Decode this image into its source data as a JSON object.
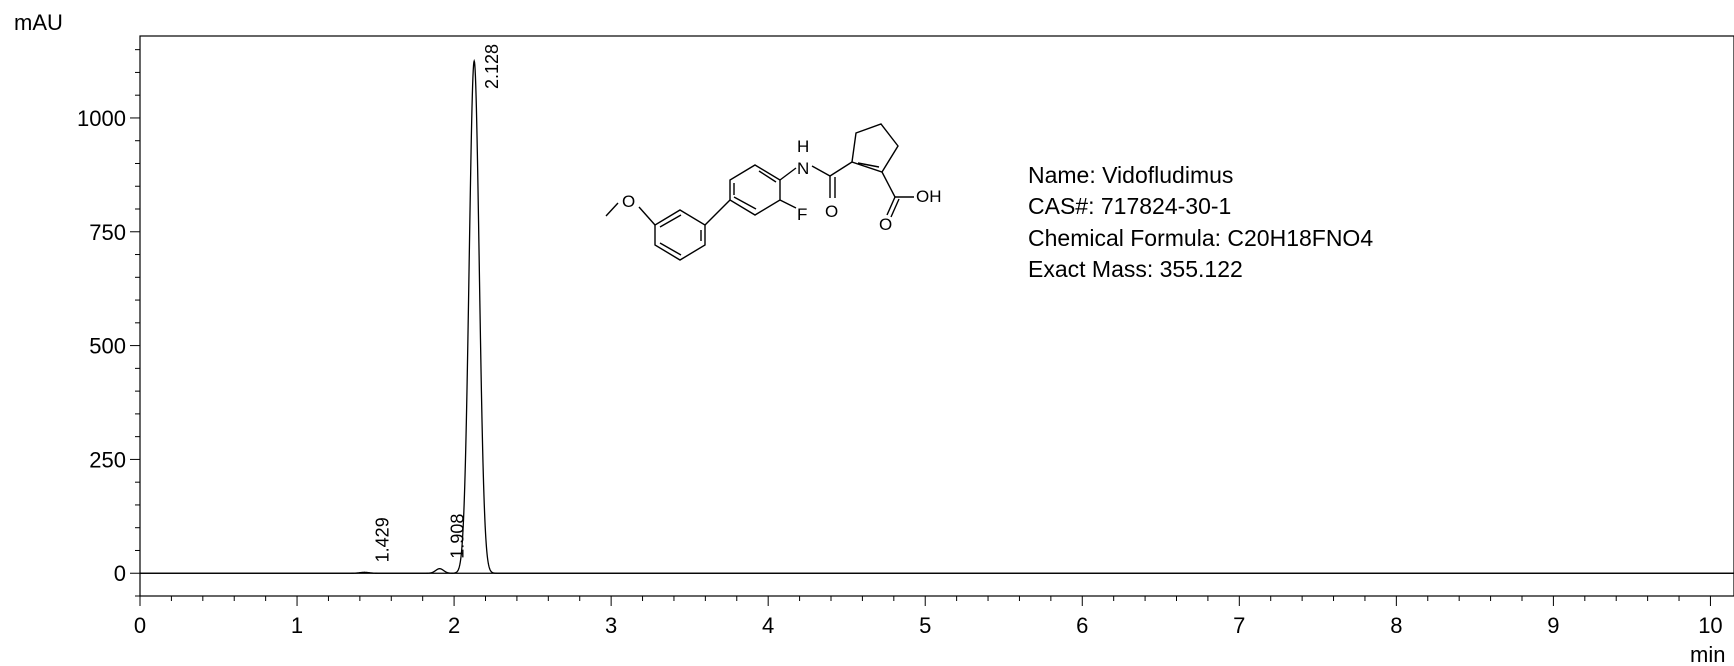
{
  "chart_data": {
    "type": "line",
    "ylabel": "mAU",
    "xlabel": "min",
    "xlim": [
      0,
      10.15
    ],
    "ylim": [
      -50,
      1180
    ],
    "x_ticks": [
      0,
      1,
      2,
      3,
      4,
      5,
      6,
      7,
      8,
      9,
      10
    ],
    "y_ticks": [
      0,
      250,
      500,
      750,
      1000
    ],
    "grid": false,
    "baseline": 0,
    "series": [
      {
        "peaks": [
          {
            "rt": 1.429,
            "height": 2,
            "width": 0.03
          },
          {
            "rt": 1.908,
            "height": 10,
            "width": 0.025
          },
          {
            "rt": 2.128,
            "height": 1125,
            "width": 0.032
          }
        ]
      }
    ],
    "peak_labels": [
      "1.429",
      "1.908",
      "2.128"
    ]
  },
  "compound_info": {
    "name": "Name: Vidofludimus",
    "cas": "CAS#: 717824-30-1",
    "formula": "Chemical Formula: C20H18FNO4",
    "mass": "Exact Mass: 355.122"
  },
  "structure": {
    "atoms": {
      "nh_n": "N",
      "nh_h": "H",
      "o_ether": "O",
      "f": "F",
      "o_amide": "O",
      "o_acid": "O",
      "oh": "OH"
    }
  }
}
